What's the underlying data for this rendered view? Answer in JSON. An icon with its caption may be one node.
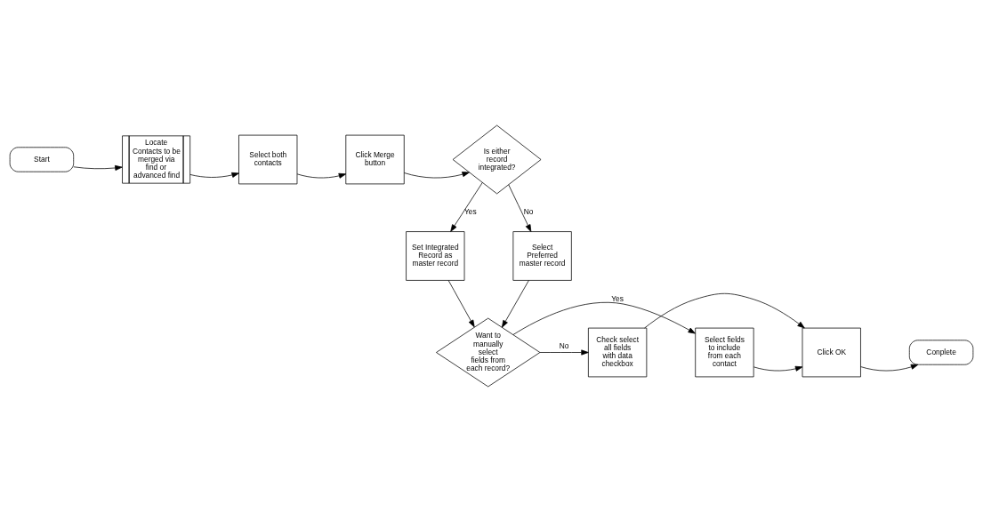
{
  "diagram": {
    "nodes": [
      {
        "text": [
          "Start"
        ]
      },
      {
        "text": [
          "Locate Contacts to be merged via find or advanced find"
        ]
      },
      {
        "text": [
          "Select both contacts"
        ]
      },
      {
        "text": [
          "Click Merge button"
        ]
      },
      {
        "text": [
          "Is either record integrated?"
        ]
      },
      {
        "text": [
          "Set Integrated Record as master record"
        ]
      },
      {
        "text": [
          "Select Preferred master record"
        ]
      },
      {
        "text": [
          "Want to manually select fields from each record?"
        ]
      },
      {
        "text": [
          "Check select all fields with data checkbox"
        ]
      },
      {
        "text": [
          "Select fields to include from each contact"
        ]
      },
      {
        "text": [
          "Click OK"
        ]
      },
      {
        "text": [
          "Conplete"
        ]
      }
    ],
    "edges": [
      {
        "from": 0,
        "to": 1,
        "arrow": "to"
      },
      {
        "from": 1,
        "to": 2,
        "arrow": "to"
      },
      {
        "from": 2,
        "to": 3,
        "arrow": "to"
      },
      {
        "from": 3,
        "to": 4,
        "arrow": "to"
      },
      {
        "from": 4,
        "to": 5,
        "arrow": "to",
        "label": "Yes"
      },
      {
        "from": 4,
        "to": 6,
        "arrow": "to",
        "label": "No"
      },
      {
        "from": 5,
        "to": 7,
        "arrow": "to"
      },
      {
        "from": 6,
        "to": 7,
        "arrow": "to"
      },
      {
        "from": 7,
        "to": 8,
        "arrow": "to",
        "label": "No"
      },
      {
        "from": 7,
        "to": 9,
        "arrow": "to",
        "label": "Yes"
      },
      {
        "from": 8,
        "to": 10,
        "arrow": "to"
      },
      {
        "from": 9,
        "to": 10,
        "arrow": "to"
      },
      {
        "from": 10,
        "to": 11,
        "arrow": "to"
      }
    ]
  }
}
